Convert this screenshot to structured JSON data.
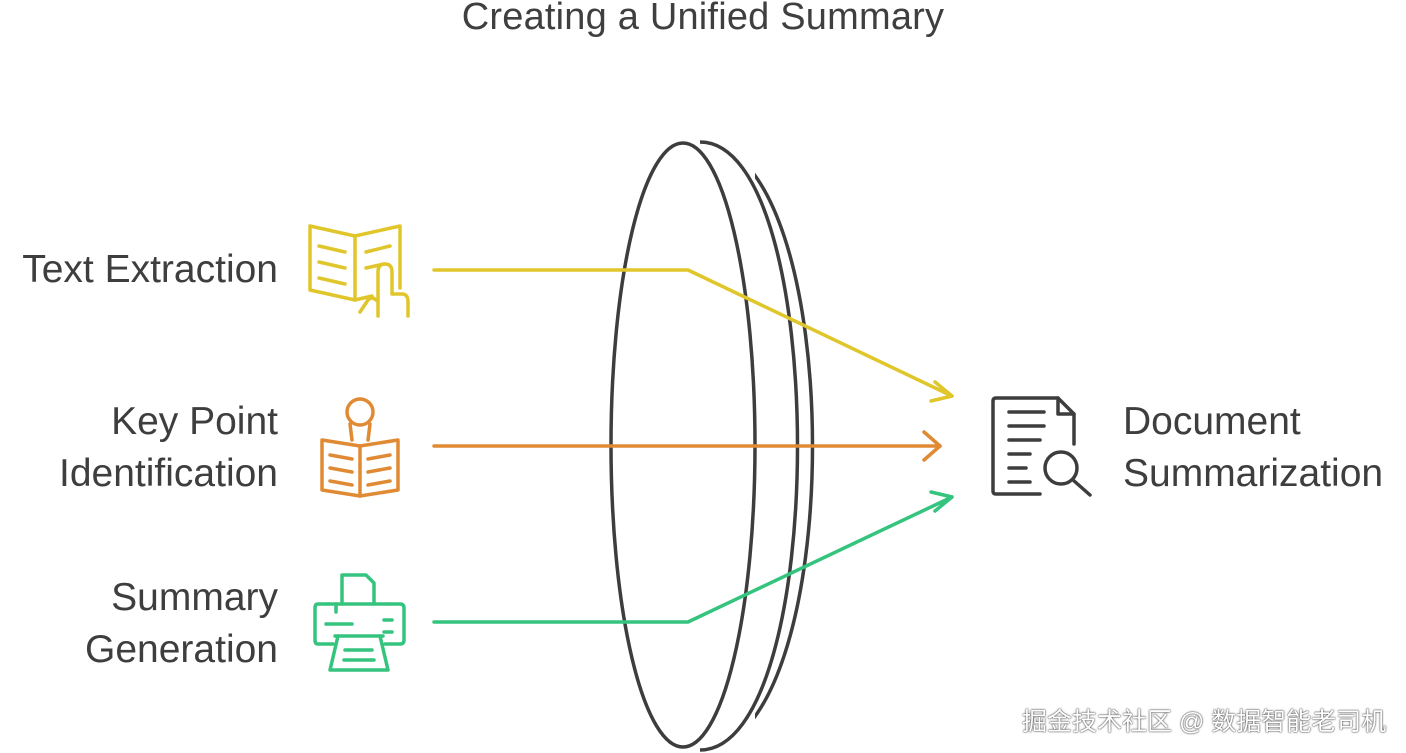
{
  "title": "Creating a Unified Summary",
  "inputs": [
    {
      "label_lines": [
        "Text Extraction"
      ],
      "icon": "open-book-pointer-icon",
      "color": "#e0c62a"
    },
    {
      "label_lines": [
        "Key Point",
        "Identification"
      ],
      "icon": "person-reading-icon",
      "color": "#e08a34"
    },
    {
      "label_lines": [
        "Summary",
        "Generation"
      ],
      "icon": "printer-icon",
      "color": "#35c47e"
    }
  ],
  "output": {
    "label_lines": [
      "Document",
      "Summarization"
    ],
    "icon": "document-search-icon",
    "color": "#3d3d3d"
  },
  "lens_color": "#3d3d3d",
  "watermark": "掘金技术社区 @ 数据智能老司机"
}
